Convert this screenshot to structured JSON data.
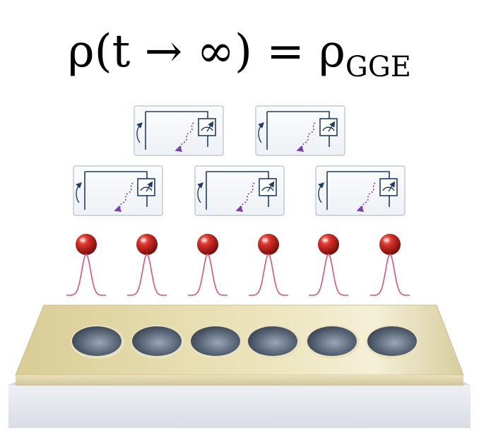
{
  "equation": {
    "lhs": "ρ(t → ∞)",
    "equals": "=",
    "rhs_symbol": "ρ",
    "rhs_subscript": "GGE"
  },
  "colors": {
    "ion": "#c0201c",
    "ion_highlight": "#ff8a80",
    "wavepacket": "#e0507a",
    "panel_border": "#b5bfcc",
    "panel_fill": "#f4f6f9",
    "circuit_line": "#1f3c66",
    "dissipation_arrow": "#7a3fb0",
    "trap_gold": "#ddd3a4",
    "trap_side": "#d6d2c2",
    "base": "#e3e6ec",
    "hole": "#4a5668"
  },
  "icons": {
    "panel_rotation": "circular-arrow-icon",
    "panel_meter": "meter-gauge-icon",
    "panel_dissipation": "dotted-wavy-arrow-icon"
  },
  "counts": {
    "ions": 6,
    "wavepackets": 6,
    "trap_holes": 6,
    "panels_top_row": 2,
    "panels_bottom_row": 3
  }
}
